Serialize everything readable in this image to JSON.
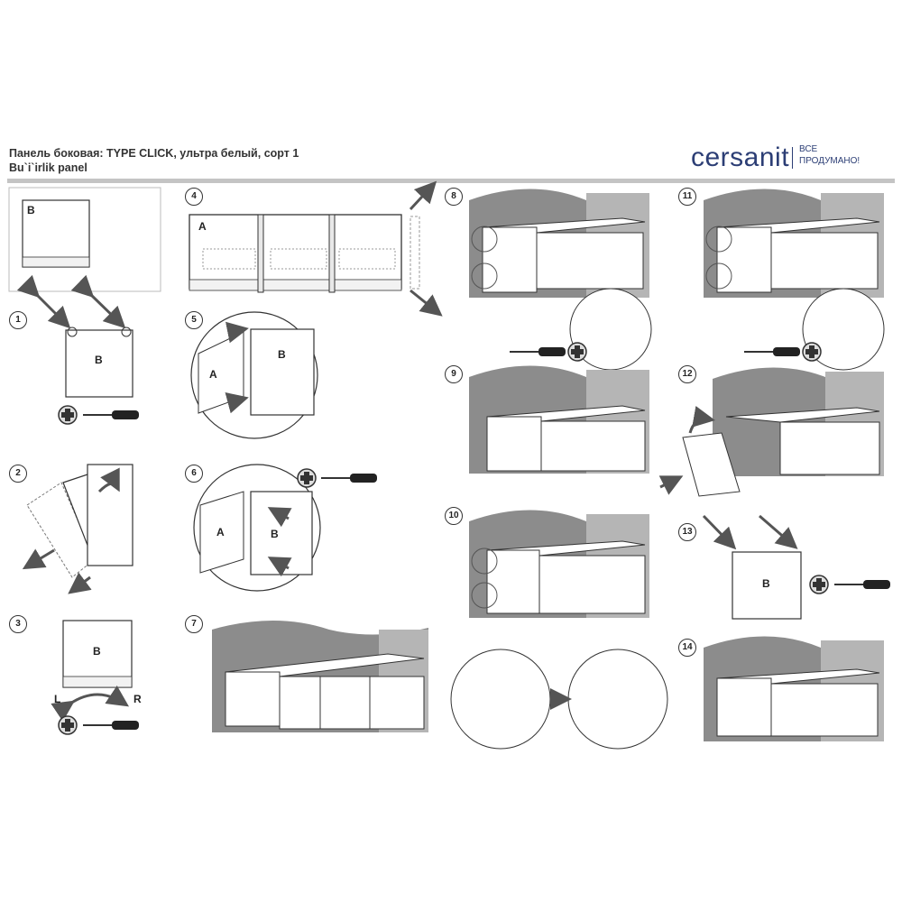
{
  "header": {
    "title": "Панель боковая: TYPE CLICK, ультра белый, сорт 1",
    "subtitle": "Bu`i`irlik panel"
  },
  "brand": {
    "name": "cersanit",
    "tagline_1": "ВСЕ",
    "tagline_2": "ПРОДУМАНО!",
    "color": "#2c3e75"
  },
  "steps": [
    "1",
    "2",
    "3",
    "4",
    "5",
    "6",
    "7",
    "8",
    "9",
    "10",
    "11",
    "12",
    "13",
    "14"
  ],
  "labels": {
    "a": "A",
    "b": "B",
    "left": "L",
    "right": "R"
  },
  "icons": [
    "screwdriver-icon",
    "phillips-screw-icon",
    "arrow-icon"
  ],
  "colors": {
    "wall": "#8c8c8c",
    "wall_shadow": "#b5b5b5",
    "line": "#333333",
    "arrow": "#555555"
  }
}
